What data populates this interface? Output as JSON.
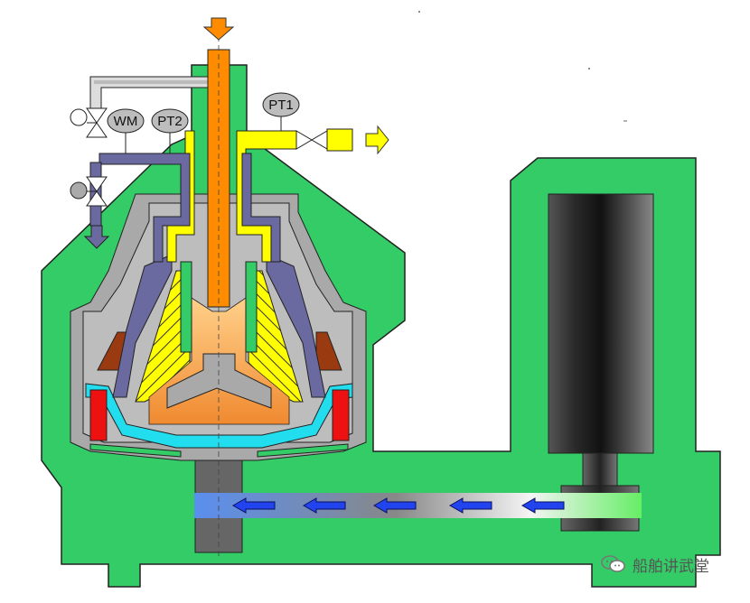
{
  "gauges": {
    "wm": "WM",
    "pt2": "PT2",
    "pt1": "PT1"
  },
  "watermark": {
    "text": "船舶讲武堂",
    "icon": "wechat-icon"
  },
  "colors": {
    "frame": "#33cc66",
    "frame_stroke": "#222222",
    "feed_pipe": "#ff8c00",
    "light_phase": "#ffff00",
    "heavy_phase": "#6a6aa0",
    "bowl_gray": "#a9a9a9",
    "sludge_red": "#ee1111",
    "cyan": "#22ddee",
    "brown": "#9a3a10",
    "orange_zone": "#f9b060",
    "motor_dark": "#333333",
    "arrow_blue": "#2244ee"
  }
}
